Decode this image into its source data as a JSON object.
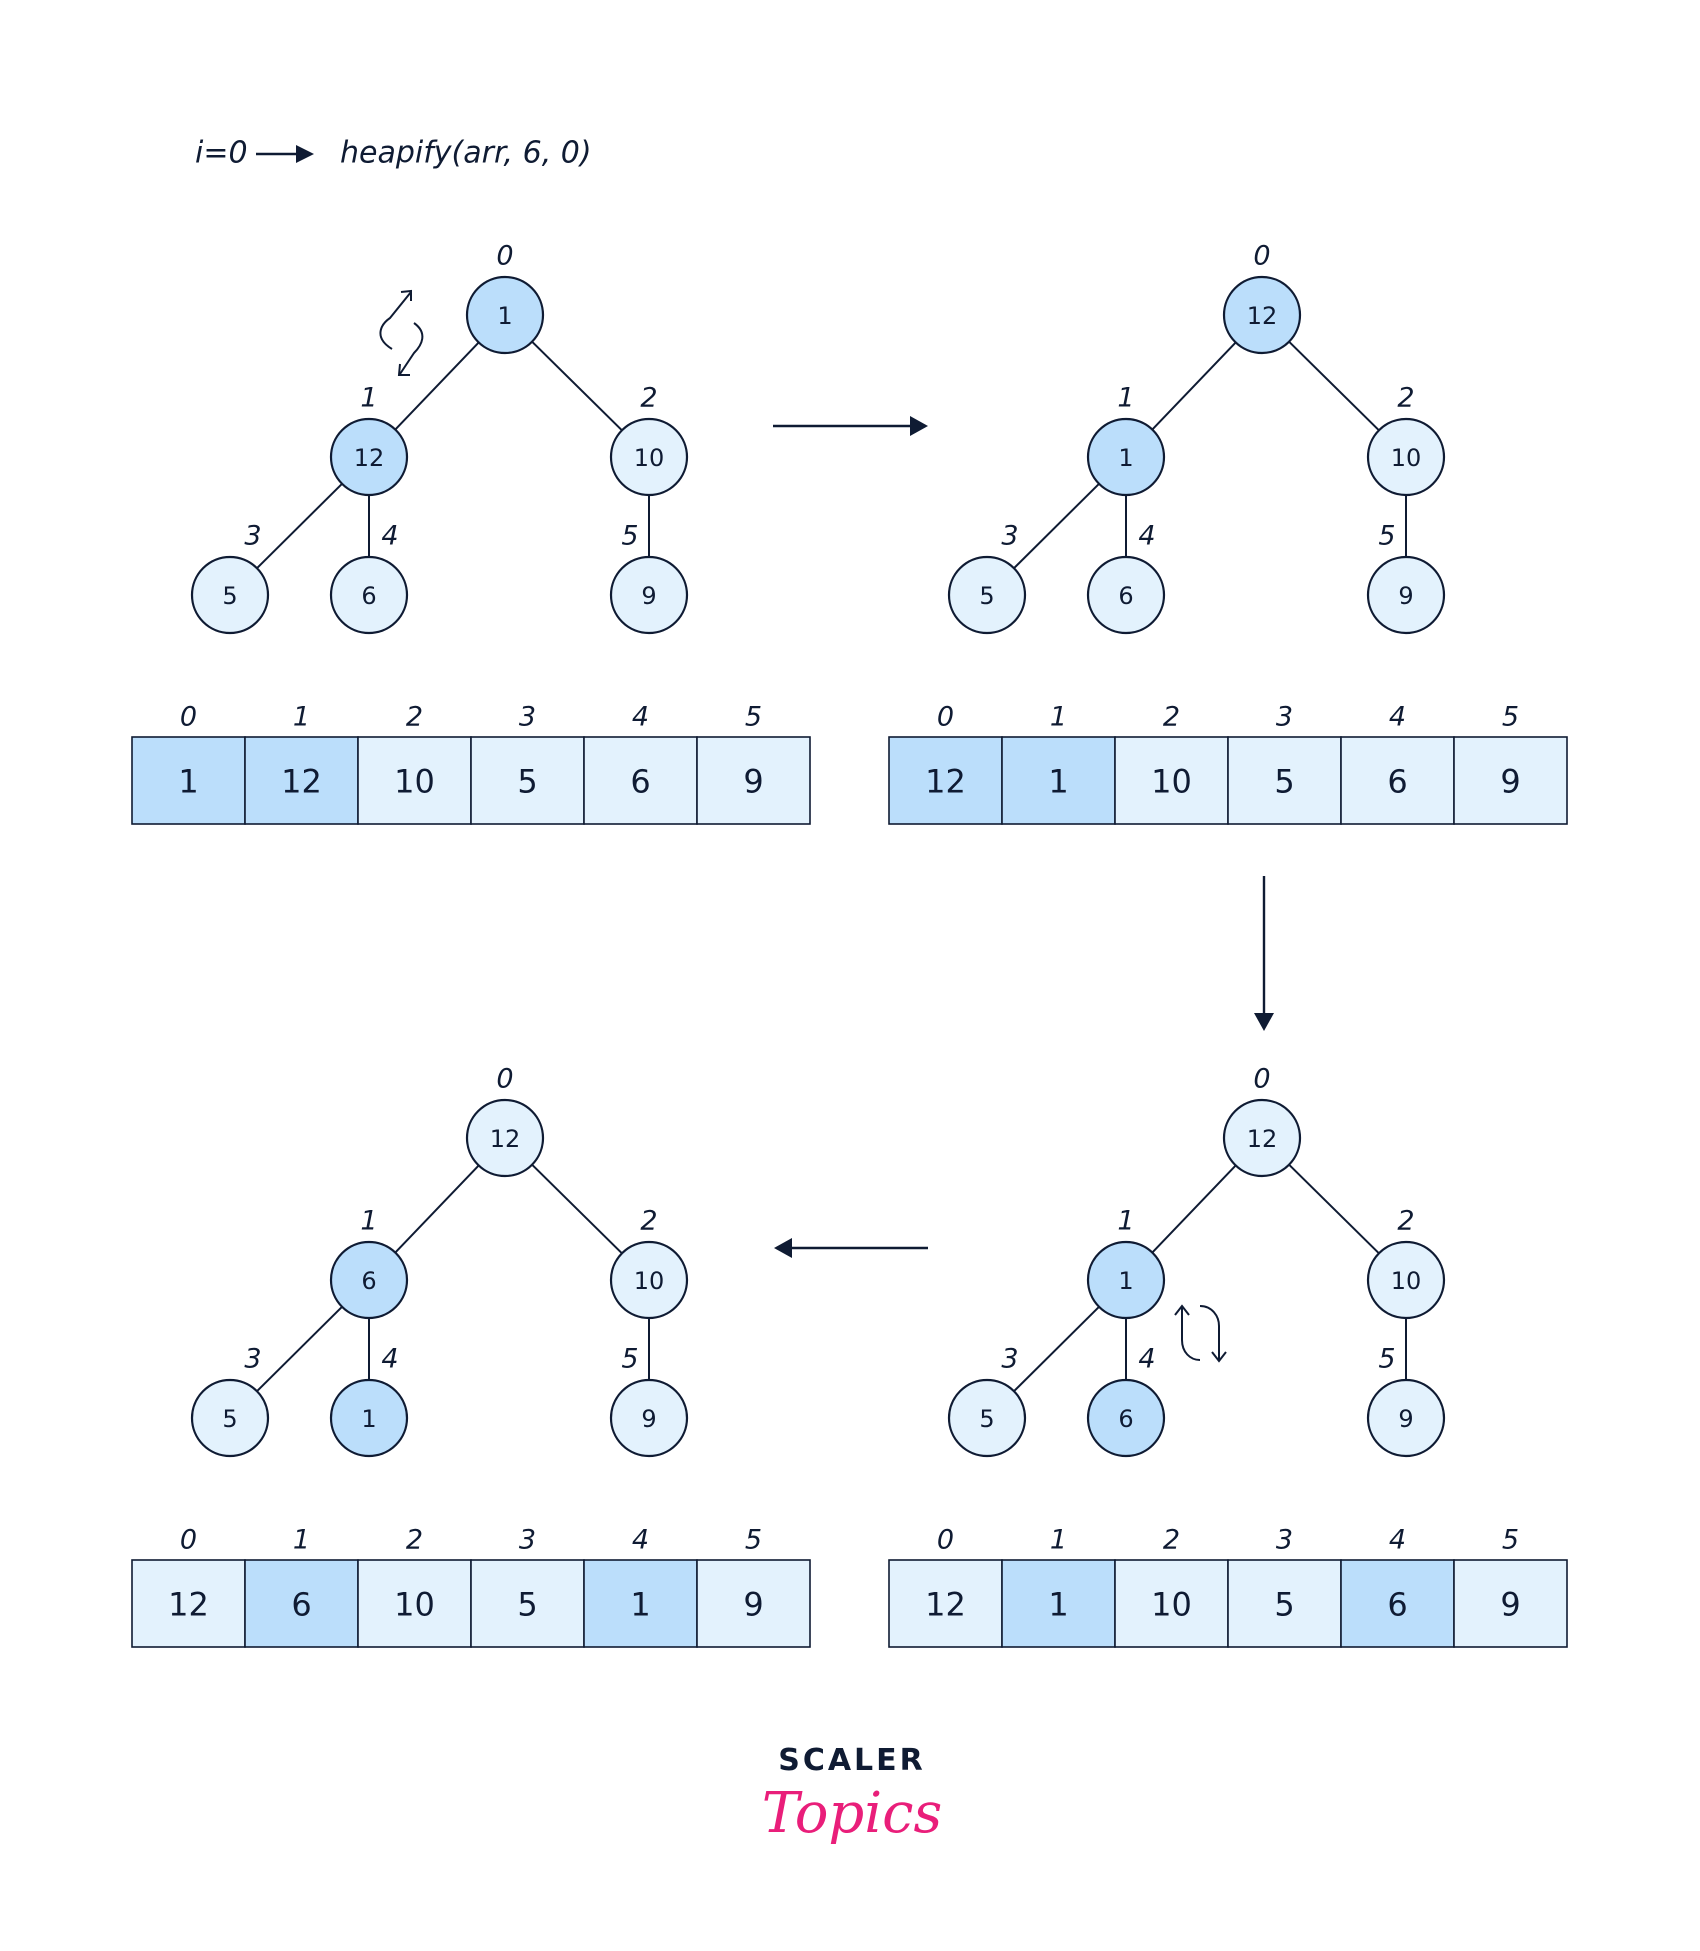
{
  "header": {
    "step_label": "i=0",
    "call_label": "heapify(arr, 6, 0)"
  },
  "colors": {
    "highlight": "#BBDEFB",
    "normal": "#E3F2FD",
    "stroke": "#0F1B33",
    "logo_pink": "#E91E7A"
  },
  "panels": [
    {
      "id": "step-1",
      "position": "top-left",
      "values": [
        "1",
        "12",
        "10",
        "5",
        "6",
        "9"
      ],
      "highlighted": [
        0,
        1
      ],
      "swap_icon": "between-0-1"
    },
    {
      "id": "step-2",
      "position": "top-right",
      "values": [
        "12",
        "1",
        "10",
        "5",
        "6",
        "9"
      ],
      "highlighted": [
        0,
        1
      ],
      "swap_icon": null
    },
    {
      "id": "step-3",
      "position": "bottom-right",
      "values": [
        "12",
        "1",
        "10",
        "5",
        "6",
        "9"
      ],
      "highlighted": [
        1,
        4
      ],
      "swap_icon": "between-1-4"
    },
    {
      "id": "step-4",
      "position": "bottom-left",
      "values": [
        "12",
        "6",
        "10",
        "5",
        "1",
        "9"
      ],
      "highlighted": [
        1,
        4
      ],
      "swap_icon": null
    }
  ],
  "indices": [
    "0",
    "1",
    "2",
    "3",
    "4",
    "5"
  ],
  "flow_arrows": [
    {
      "from": "step-1",
      "to": "step-2",
      "direction": "right"
    },
    {
      "from": "step-2",
      "to": "step-3",
      "direction": "down"
    },
    {
      "from": "step-3",
      "to": "step-4",
      "direction": "left"
    }
  ],
  "logo": {
    "line1": "SCALER",
    "line2": "Topics"
  }
}
